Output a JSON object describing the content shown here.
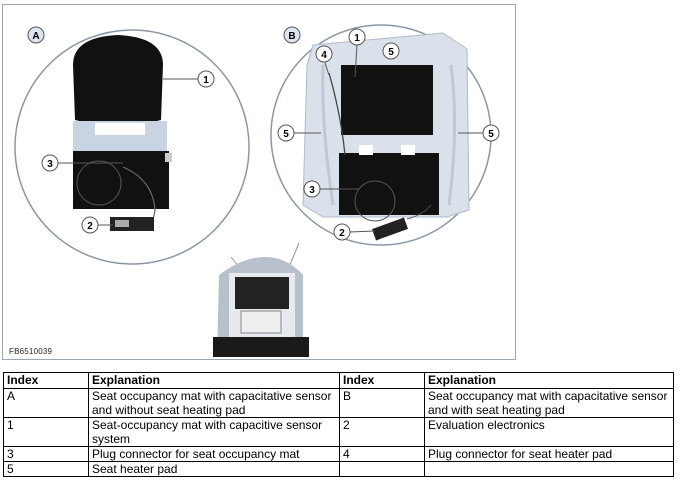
{
  "figure": {
    "code": "FB6510039",
    "callouts": {
      "a_label": "A",
      "b_label": "B",
      "a_1": "1",
      "a_3": "3",
      "a_2": "2",
      "b_4": "4",
      "b_1": "1",
      "b_5_top": "5",
      "b_5_left": "5",
      "b_5_right": "5",
      "b_3": "3",
      "b_2": "2"
    }
  },
  "legend": {
    "headers": [
      "Index",
      "Explanation",
      "Index",
      "Explanation"
    ],
    "rows": [
      [
        "A",
        "Seat occupancy mat with capacitative sensor and without seat heating pad",
        "B",
        "Seat occupancy mat with capacitative sensor and with seat heating pad"
      ],
      [
        "1",
        "Seat-occupancy mat with capacitive sensor system",
        "2",
        "Evaluation electronics"
      ],
      [
        "3",
        "Plug connector for seat occupancy mat",
        "4",
        "Plug connector for seat heater pad"
      ],
      [
        "5",
        "Seat heater pad",
        "",
        ""
      ]
    ]
  }
}
